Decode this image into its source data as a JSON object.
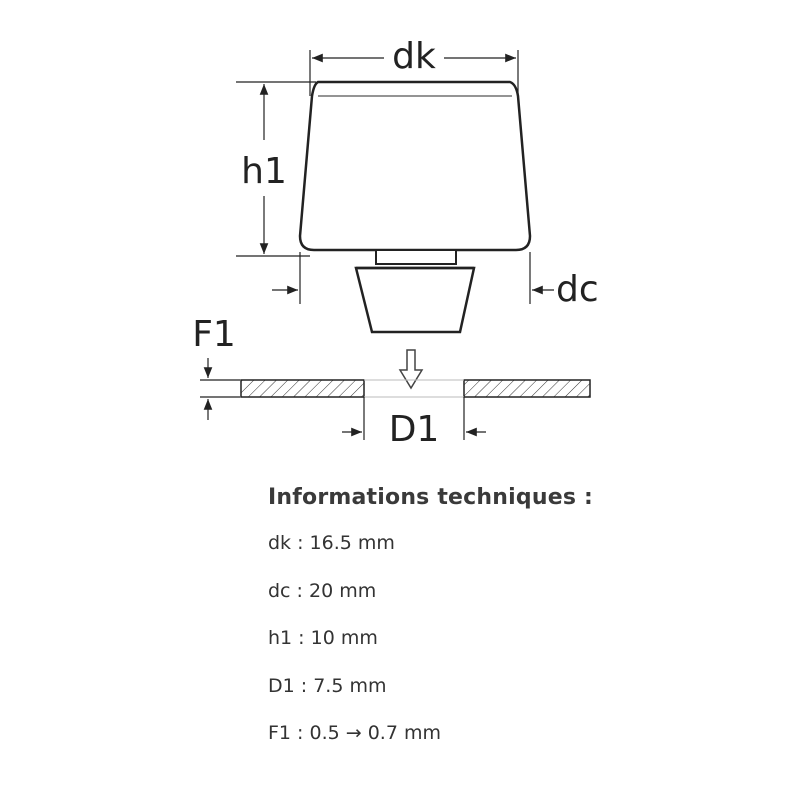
{
  "diagram": {
    "labels": {
      "dk": "dk",
      "h1": "h1",
      "dc": "dc",
      "F1": "F1",
      "D1": "D1"
    }
  },
  "specs": {
    "title": "Informations techniques :",
    "items": [
      "dk : 16.5 mm",
      "dc : 20 mm",
      "h1 : 10 mm",
      "D1 : 7.5 mm",
      "F1 : 0.5 → 0.7 mm"
    ]
  }
}
